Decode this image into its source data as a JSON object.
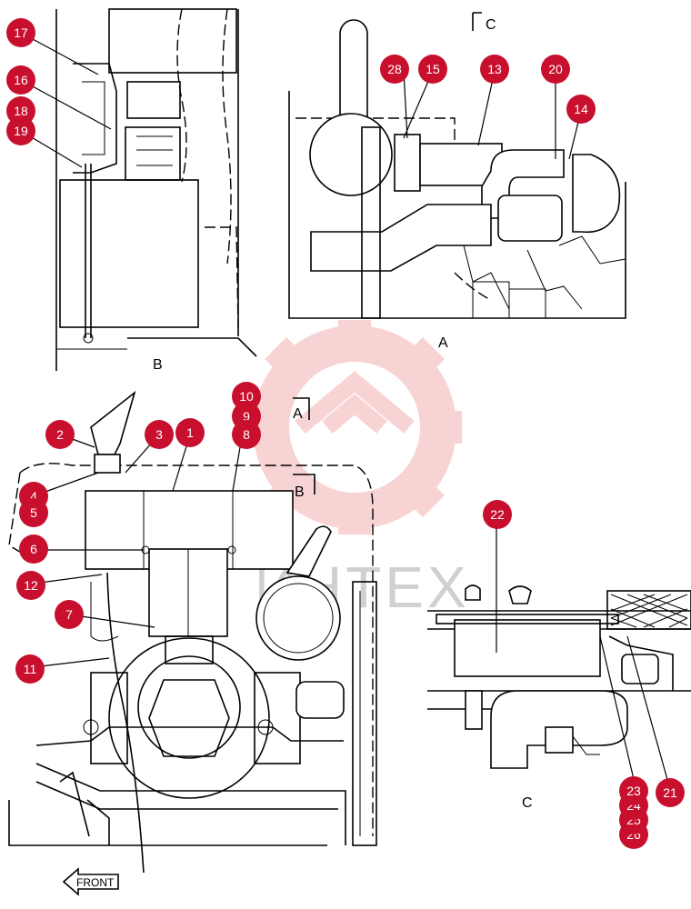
{
  "view_labels": {
    "a": "A",
    "b": "B",
    "c": "C",
    "a_arrow": "A",
    "b_arrow": "B",
    "c_arrow": "C"
  },
  "front_label": "FRONT",
  "watermark_text": "ИНТЕХ",
  "colors": {
    "badge": "#c8102e",
    "watermark": "#e23a3a"
  },
  "callouts": [
    {
      "id": "c17",
      "label": "17"
    },
    {
      "id": "c16",
      "label": "16"
    },
    {
      "id": "c18",
      "label": "18"
    },
    {
      "id": "c19",
      "label": "19"
    },
    {
      "id": "c28",
      "label": "28"
    },
    {
      "id": "c15",
      "label": "15"
    },
    {
      "id": "c13",
      "label": "13"
    },
    {
      "id": "c20",
      "label": "20"
    },
    {
      "id": "c14",
      "label": "14"
    },
    {
      "id": "c2",
      "label": "2"
    },
    {
      "id": "c3",
      "label": "3"
    },
    {
      "id": "c1",
      "label": "1"
    },
    {
      "id": "c10",
      "label": "10"
    },
    {
      "id": "c9",
      "label": "9"
    },
    {
      "id": "c8",
      "label": "8"
    },
    {
      "id": "c4",
      "label": "4"
    },
    {
      "id": "c5",
      "label": "5"
    },
    {
      "id": "c6",
      "label": "6"
    },
    {
      "id": "c12",
      "label": "12"
    },
    {
      "id": "c7",
      "label": "7"
    },
    {
      "id": "c11",
      "label": "11"
    },
    {
      "id": "c22",
      "label": "22"
    },
    {
      "id": "c23",
      "label": "23"
    },
    {
      "id": "c21",
      "label": "21"
    },
    {
      "id": "c24",
      "label": "24"
    },
    {
      "id": "c25",
      "label": "25"
    },
    {
      "id": "c26",
      "label": "26"
    }
  ]
}
